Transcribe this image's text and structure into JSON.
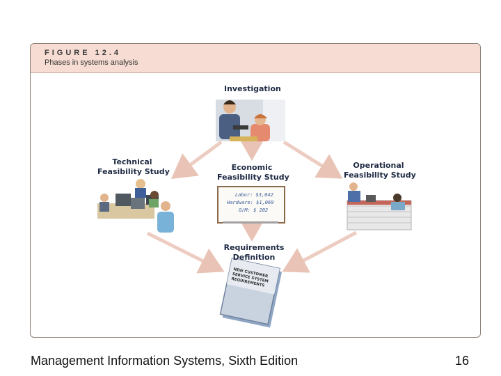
{
  "figure": {
    "label": "FIGURE 12.4",
    "caption": "Phases in systems analysis"
  },
  "nodes": {
    "investigation": "Investigation",
    "technical_line1": "Technical",
    "technical_line2": "Feasibility Study",
    "economic_line1": "Economic",
    "economic_line2": "Feasibility Study",
    "operational_line1": "Operational",
    "operational_line2": "Feasibility Study",
    "requirements_line1": "Requirements",
    "requirements_line2": "Definition"
  },
  "whiteboard": {
    "lines": [
      "Labor: $3,042",
      "Hardware: $1,069",
      "O/M: $ 202"
    ]
  },
  "document": {
    "lines": [
      "NEW CUSTOMER",
      "SERVICE SYSTEM",
      "REQUIREMENTS"
    ]
  },
  "footer": {
    "title": "Management Information Systems, Sixth Edition",
    "page": "16"
  }
}
